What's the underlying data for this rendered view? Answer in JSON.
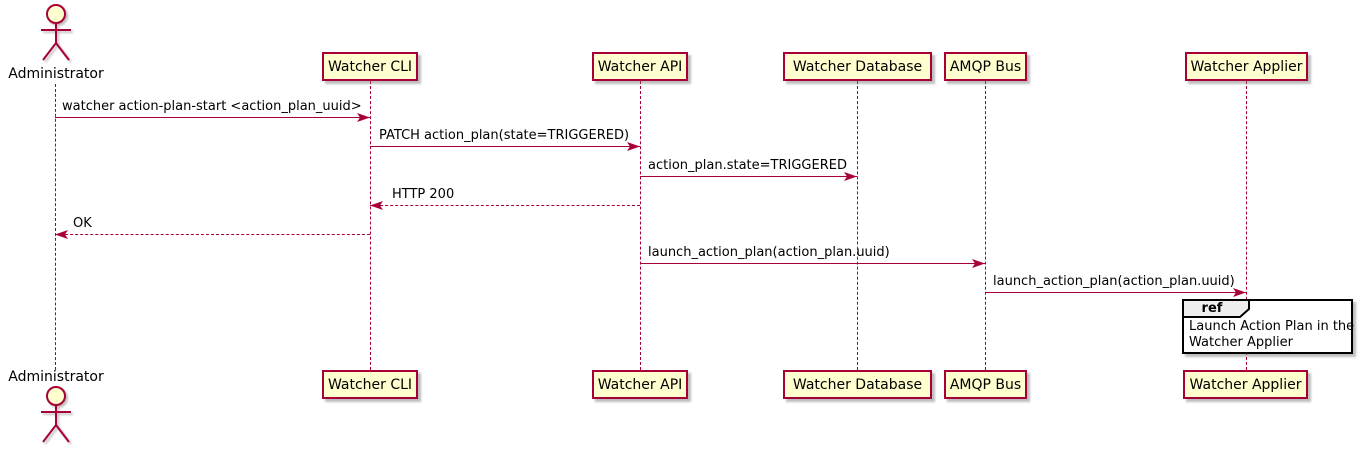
{
  "diagram": {
    "kind": "sequence-diagram",
    "actor": {
      "label": "Administrator"
    },
    "participants": [
      {
        "label": "Watcher CLI"
      },
      {
        "label": "Watcher API"
      },
      {
        "label": "Watcher Database"
      },
      {
        "label": "AMQP Bus"
      },
      {
        "label": "Watcher Applier"
      }
    ],
    "messages": [
      {
        "from": "Administrator",
        "to": "Watcher CLI",
        "line": "solid",
        "text": "watcher action-plan-start <action_plan_uuid>"
      },
      {
        "from": "Watcher CLI",
        "to": "Watcher API",
        "line": "solid",
        "text": "PATCH action_plan(state=TRIGGERED)"
      },
      {
        "from": "Watcher API",
        "to": "Watcher Database",
        "line": "solid",
        "text": "action_plan.state=TRIGGERED"
      },
      {
        "from": "Watcher API",
        "to": "Watcher CLI",
        "line": "dashed",
        "text": "HTTP 200"
      },
      {
        "from": "Watcher CLI",
        "to": "Administrator",
        "line": "dashed",
        "text": "OK"
      },
      {
        "from": "Watcher API",
        "to": "AMQP Bus",
        "line": "solid",
        "text": "launch_action_plan(action_plan.uuid)"
      },
      {
        "from": "AMQP Bus",
        "to": "Watcher Applier",
        "line": "solid",
        "text": "launch_action_plan(action_plan.uuid)"
      }
    ],
    "ref_fragment": {
      "keyword": "ref",
      "lines": [
        "Launch Action Plan in the",
        "Watcher Applier"
      ]
    },
    "colors": {
      "line": "#A80036",
      "participant_fill": "#FEFECE",
      "participant_border": "#A80036",
      "ref_border": "#000000",
      "ref_header_fill": "#EEEEEE",
      "text": "#000000",
      "background": "#FFFFFF"
    }
  }
}
